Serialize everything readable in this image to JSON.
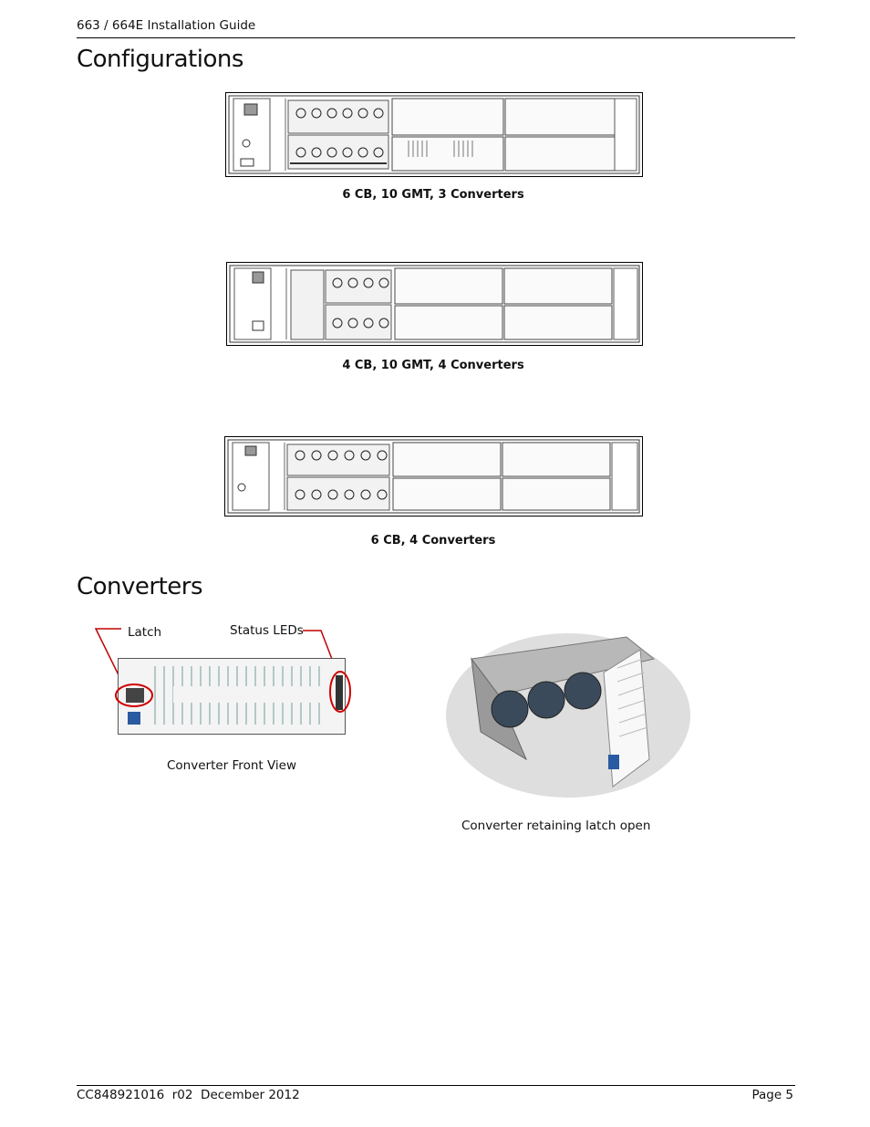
{
  "header": {
    "title": "663 / 664E Installation Guide"
  },
  "sections": {
    "configurations": {
      "heading": "Configurations",
      "figures": [
        {
          "caption": "6 CB, 10 GMT, 3 Converters"
        },
        {
          "caption": "4 CB, 10 GMT, 4 Converters"
        },
        {
          "caption": "6 CB, 4 Converters"
        }
      ]
    },
    "converters": {
      "heading": "Converters",
      "front_view": {
        "latch_label": "Latch",
        "leds_label": "Status LEDs",
        "caption": "Converter Front View"
      },
      "photo": {
        "caption": "Converter retaining latch open"
      }
    }
  },
  "footer": {
    "doc_id": "CC848921016  r02  December 2012",
    "page": "Page 5"
  }
}
